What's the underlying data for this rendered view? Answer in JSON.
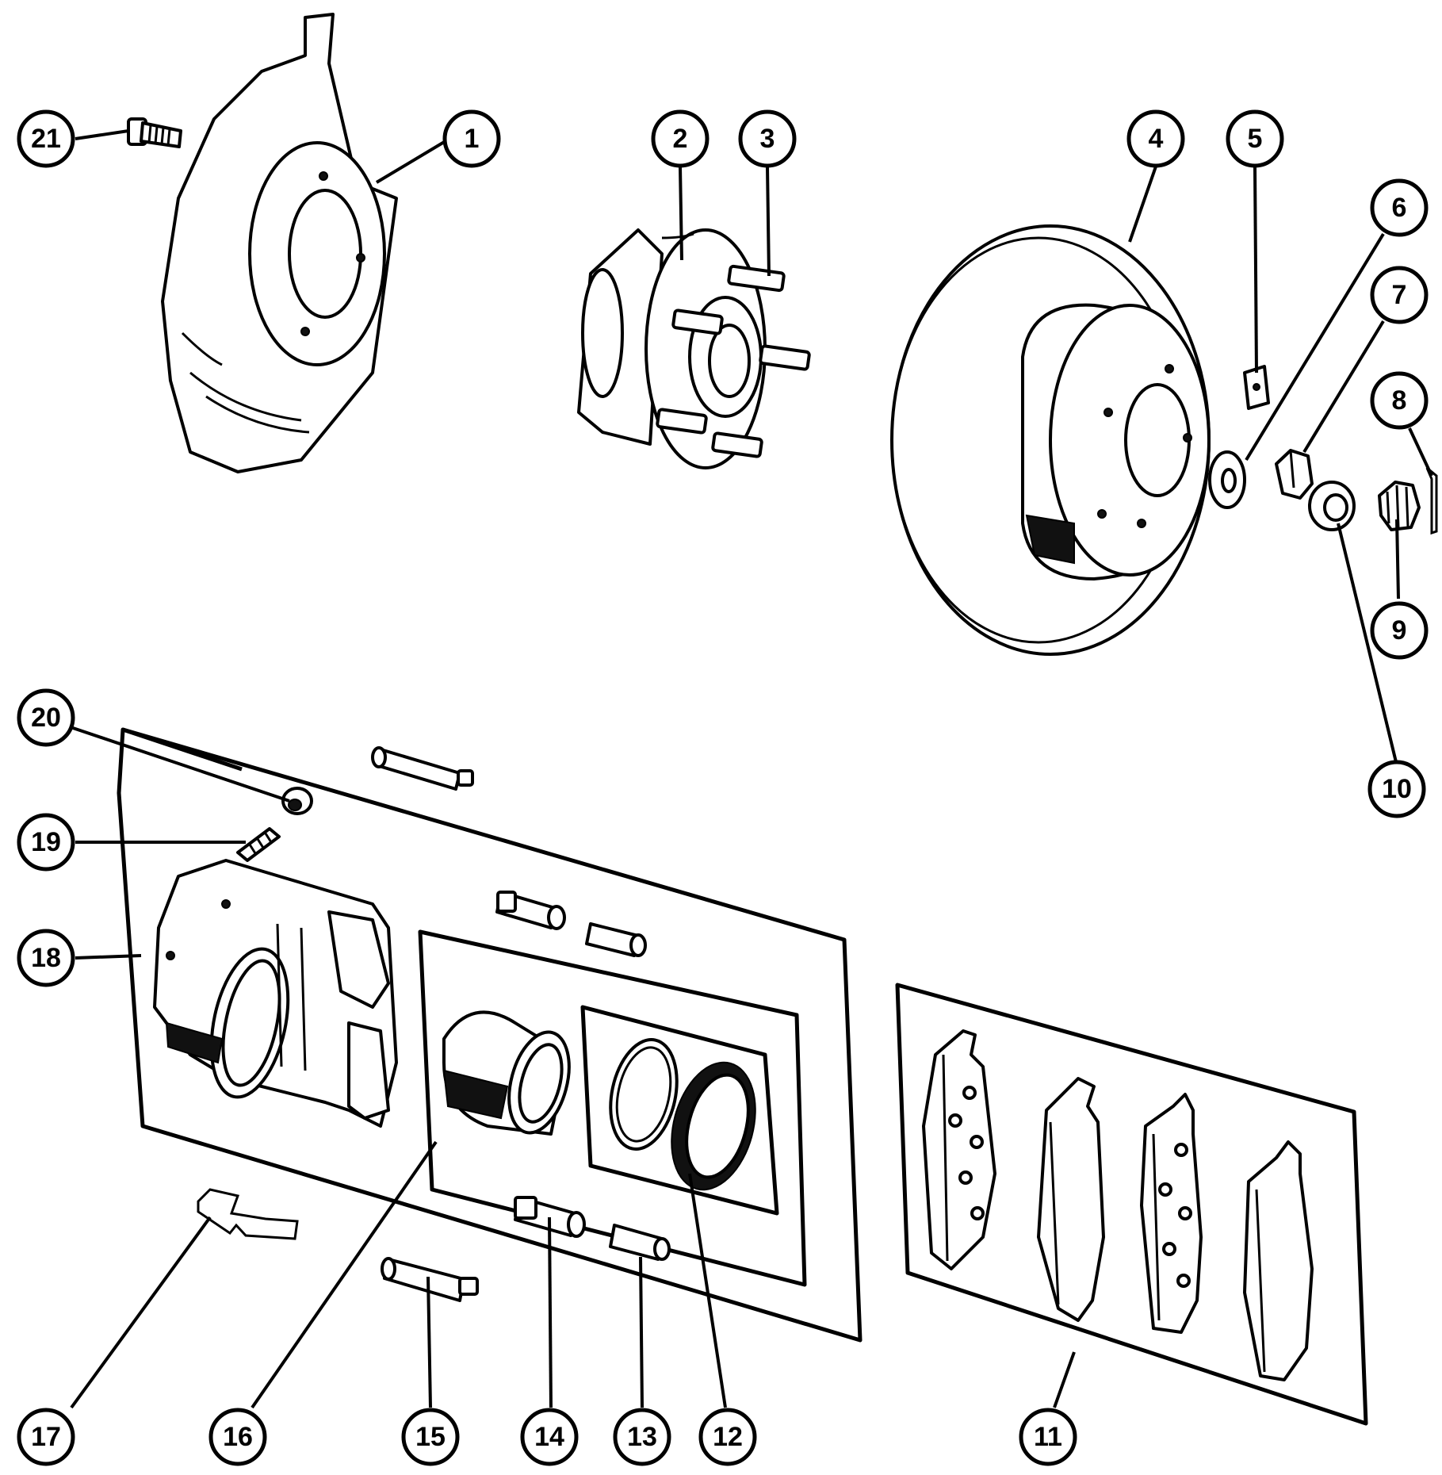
{
  "callouts": [
    {
      "id": "callout-1",
      "label": "1"
    },
    {
      "id": "callout-2",
      "label": "2"
    },
    {
      "id": "callout-3",
      "label": "3"
    },
    {
      "id": "callout-4",
      "label": "4"
    },
    {
      "id": "callout-5",
      "label": "5"
    },
    {
      "id": "callout-6",
      "label": "6"
    },
    {
      "id": "callout-7",
      "label": "7"
    },
    {
      "id": "callout-8",
      "label": "8"
    },
    {
      "id": "callout-9",
      "label": "9"
    },
    {
      "id": "callout-10",
      "label": "10"
    },
    {
      "id": "callout-11",
      "label": "11"
    },
    {
      "id": "callout-12",
      "label": "12"
    },
    {
      "id": "callout-13",
      "label": "13"
    },
    {
      "id": "callout-14",
      "label": "14"
    },
    {
      "id": "callout-15",
      "label": "15"
    },
    {
      "id": "callout-16",
      "label": "16"
    },
    {
      "id": "callout-17",
      "label": "17"
    },
    {
      "id": "callout-18",
      "label": "18"
    },
    {
      "id": "callout-19",
      "label": "19"
    },
    {
      "id": "callout-20",
      "label": "20"
    },
    {
      "id": "callout-21",
      "label": "21"
    }
  ]
}
